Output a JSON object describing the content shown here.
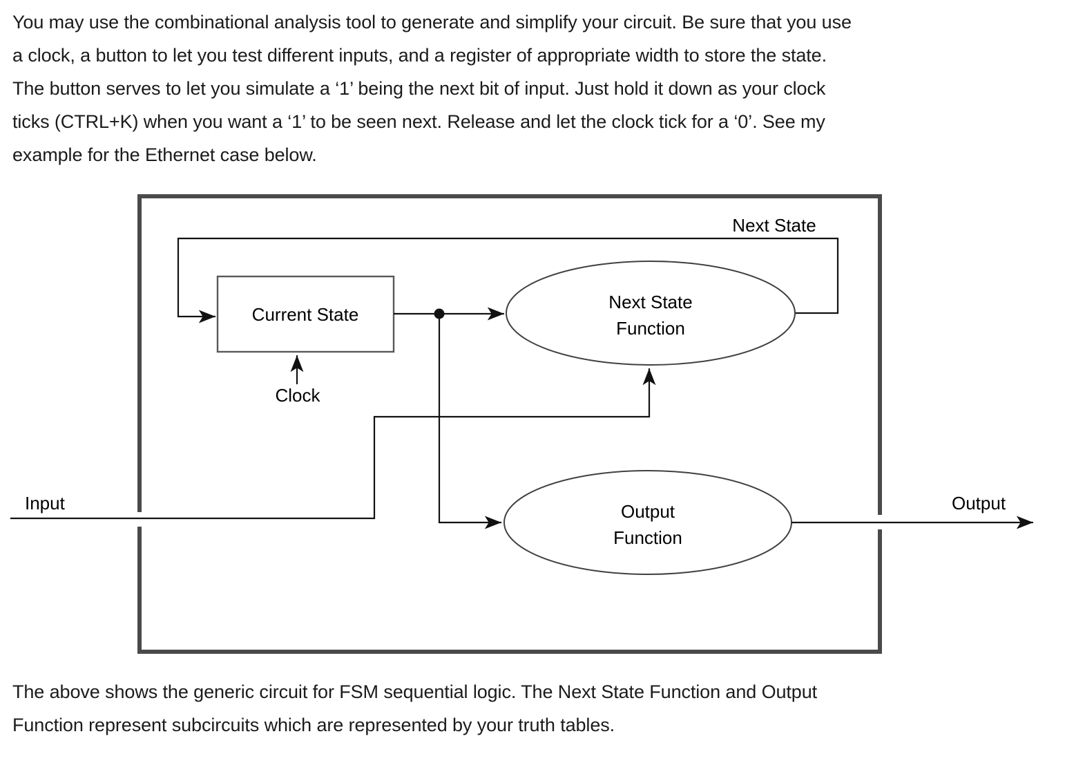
{
  "page": {
    "background": "#ffffff",
    "text_color": "#1b1b1b"
  },
  "intro_paragraph": {
    "lines": [
      "You may use the combinational analysis tool to generate and simplify your circuit. Be sure that you use",
      "a clock, a button to let you test different inputs, and a register of appropriate width to store the state.",
      "The button serves to let you simulate a ‘1’ being the next bit of input. Just hold it down as your clock",
      "ticks (CTRL+K) when you want a ‘1’ to be seen next. Release and let the clock tick for a ‘0’. See my",
      "example for the Ethernet case below."
    ]
  },
  "diagram": {
    "border_color": "#4a4a4a",
    "wire_color": "#111111",
    "box_stroke_color": "#585858",
    "ellipse_stroke_color": "#404040",
    "labels": {
      "next_state": "Next State",
      "current_state": "Current State",
      "clock": "Clock",
      "input": "Input",
      "output": "Output"
    },
    "nodes": {
      "next_state_function": {
        "line1": "Next State",
        "line2": "Function"
      },
      "output_function": {
        "line1": "Output",
        "line2": "Function"
      }
    }
  },
  "closing_paragraph": {
    "lines": [
      "The above shows the generic circuit for FSM sequential logic. The Next State Function and Output",
      "Function represent subcircuits which are represented by your truth tables."
    ]
  }
}
